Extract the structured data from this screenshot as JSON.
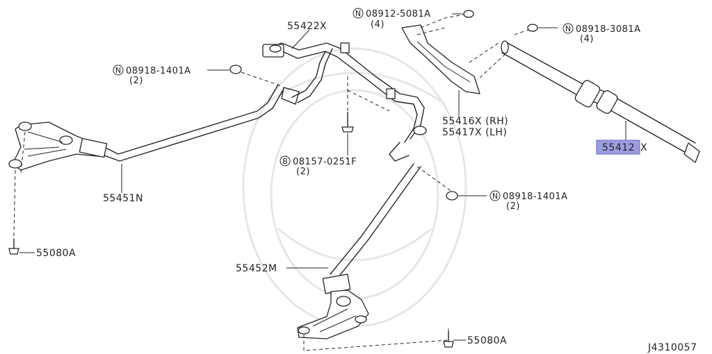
{
  "diagram_id": "J4310057",
  "highlight_color": "#9c9ce0",
  "parts": [
    {
      "key": "p55422x",
      "number": "55422X"
    },
    {
      "key": "p55451n",
      "number": "55451N"
    },
    {
      "key": "p55080a_left",
      "number": "55080A"
    },
    {
      "key": "p55452m",
      "number": "55452M"
    },
    {
      "key": "p55080a_bottom",
      "number": "55080A"
    },
    {
      "key": "p55416x",
      "number": "55416X (RH)"
    },
    {
      "key": "p55417x",
      "number": "55417X (LH)"
    },
    {
      "key": "p55412",
      "number_highlight": "55412",
      "number_suffix": "X"
    }
  ],
  "fasteners": [
    {
      "key": "n08912",
      "prefix": "N",
      "number": "08912-5081A",
      "qty": "(4)"
    },
    {
      "key": "n08918_3081",
      "prefix": "N",
      "number": "08918-3081A",
      "qty": "(4)"
    },
    {
      "key": "n08918_1401_left",
      "prefix": "N",
      "number": "08918-1401A",
      "qty": "(2)"
    },
    {
      "key": "b08157",
      "prefix": "B",
      "number": "08157-0251F",
      "qty": "(2)"
    },
    {
      "key": "n08918_1401_right",
      "prefix": "N",
      "number": "08918-1401A",
      "qty": "(2)"
    }
  ]
}
